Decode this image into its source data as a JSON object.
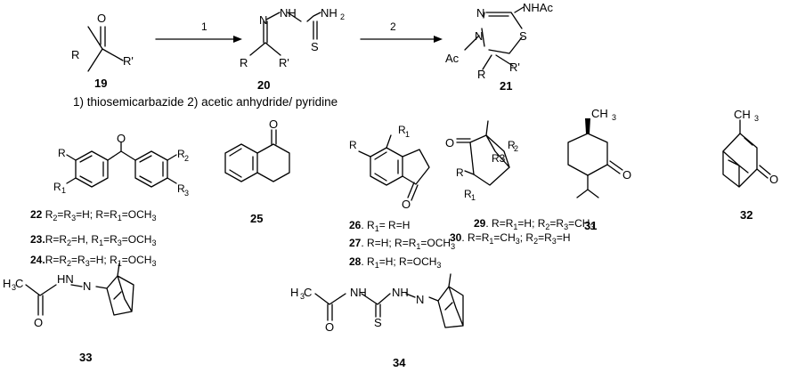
{
  "scheme": {
    "reagents_caption": "1) thiosemicarbazide  2) acetic anhydride/ pyridine",
    "arrow_step_1": "1",
    "arrow_step_2": "2"
  },
  "atoms": {
    "O": "O",
    "R": "R",
    "Rp": "R'",
    "N": "N",
    "NH": "NH",
    "NH2": "NH",
    "S": "S",
    "NHAc": "NHAc",
    "Ac": "Ac",
    "CH3": "CH",
    "H3C": "H",
    "R1": "R",
    "R2": "R",
    "R3": "R",
    "R3bridge": "R3",
    "HN": "HN",
    "N_": "N",
    "sub1": "1",
    "sub2": "2",
    "sub3": "3"
  },
  "compounds": {
    "c19": "19",
    "c20": "20",
    "c21": "21",
    "c25": "25",
    "c31": "31",
    "c32": "32",
    "c33": "33",
    "c34": "34"
  },
  "legend": {
    "l22": [
      "22",
      " R",
      "2",
      "=R",
      "3",
      "=H; R=R",
      "1",
      "=OCH",
      "3"
    ],
    "l23": [
      "23.",
      "R=R",
      "2",
      "=H, R",
      "1",
      "=R",
      "3",
      "=OCH",
      "3"
    ],
    "l24": [
      "24.",
      "R=R",
      "2",
      "=R",
      "3",
      "=H; R",
      "1",
      "=OCH",
      "3"
    ],
    "l26": [
      "26",
      ". R",
      "1",
      "= R=H"
    ],
    "l27": [
      "27",
      ". R=H; R=R",
      "1",
      "=OCH",
      "3"
    ],
    "l28": [
      "28",
      ". R",
      "1",
      "=H; R=OCH",
      "3"
    ],
    "l29": [
      "29",
      ". R=R",
      "1",
      "=H; R",
      "2",
      "=R",
      "3",
      "=CH",
      "3"
    ],
    "l30": [
      "30",
      ". R=R",
      "1",
      "=CH",
      "3",
      "; R",
      "2",
      "=R",
      "3",
      "=H"
    ]
  }
}
